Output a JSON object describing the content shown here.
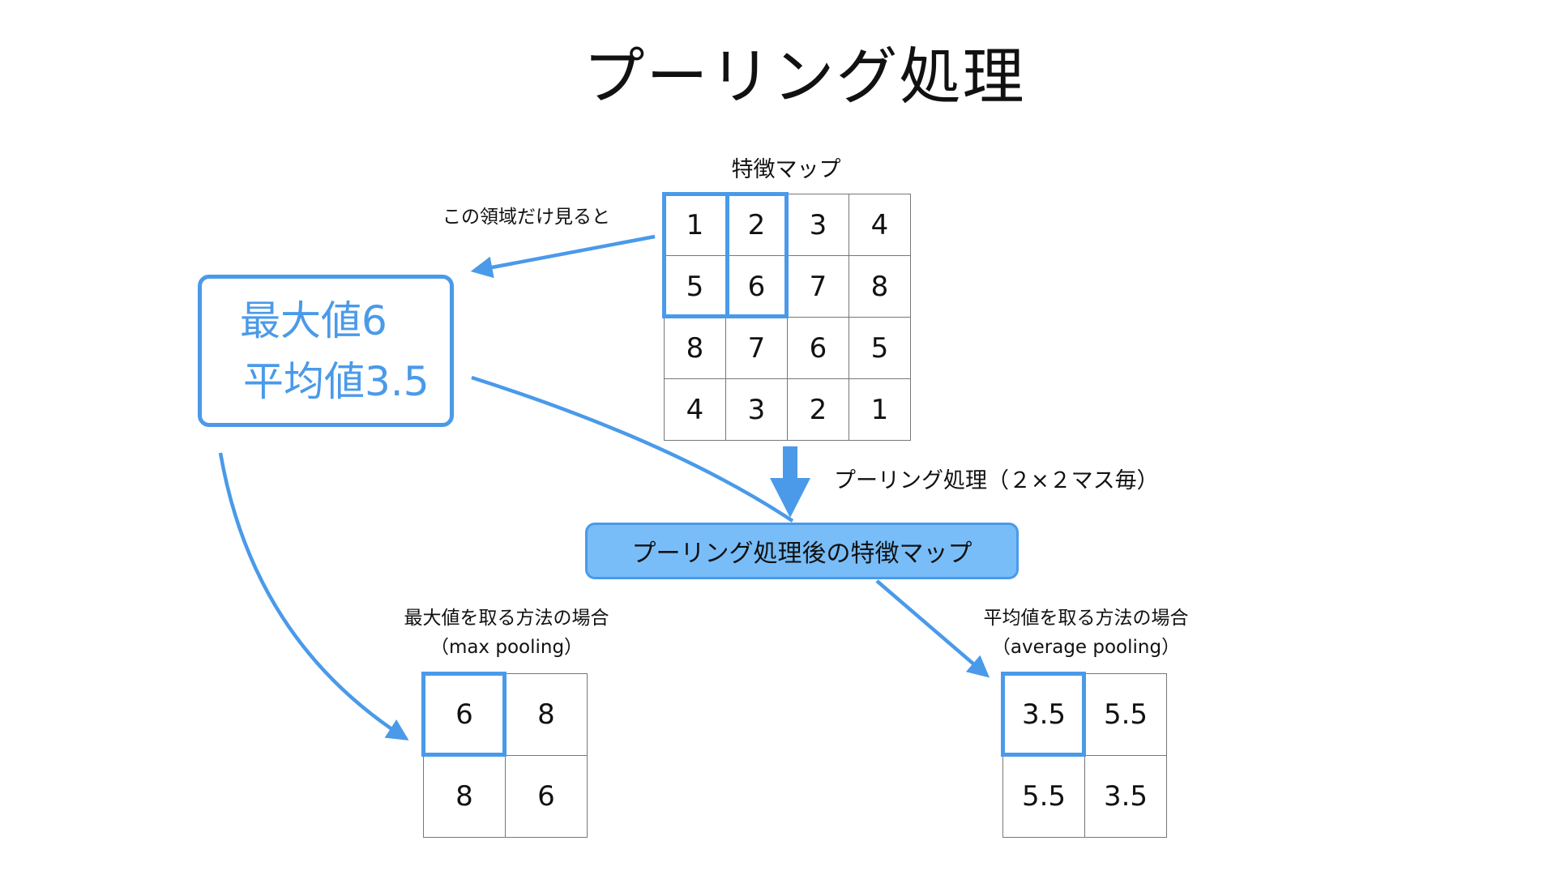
{
  "title": "プーリング処理",
  "feature_map": {
    "label": "特徴マップ",
    "rows": [
      [
        "1",
        "2",
        "3",
        "4"
      ],
      [
        "5",
        "6",
        "7",
        "8"
      ],
      [
        "8",
        "7",
        "6",
        "5"
      ],
      [
        "4",
        "3",
        "2",
        "1"
      ]
    ]
  },
  "region_note": "この領域だけ見ると",
  "callout": {
    "max_line": "最大値6",
    "avg_line": "平均値3.5"
  },
  "pooling_label": "プーリング処理（２×２マス毎）",
  "result_box_label": "プーリング処理後の特徴マップ",
  "max_pooling": {
    "caption_line1": "最大値を取る方法の場合",
    "caption_line2": "（max pooling）",
    "rows": [
      [
        "6",
        "8"
      ],
      [
        "8",
        "6"
      ]
    ]
  },
  "average_pooling": {
    "caption_line1": "平均値を取る方法の場合",
    "caption_line2": "（average pooling）",
    "rows": [
      [
        "3.5",
        "5.5"
      ],
      [
        "5.5",
        "3.5"
      ]
    ]
  },
  "colors": {
    "accent": "#4a9ae9",
    "result_fill": "#78bdf8",
    "grid_line": "#777777",
    "text": "#111111"
  }
}
